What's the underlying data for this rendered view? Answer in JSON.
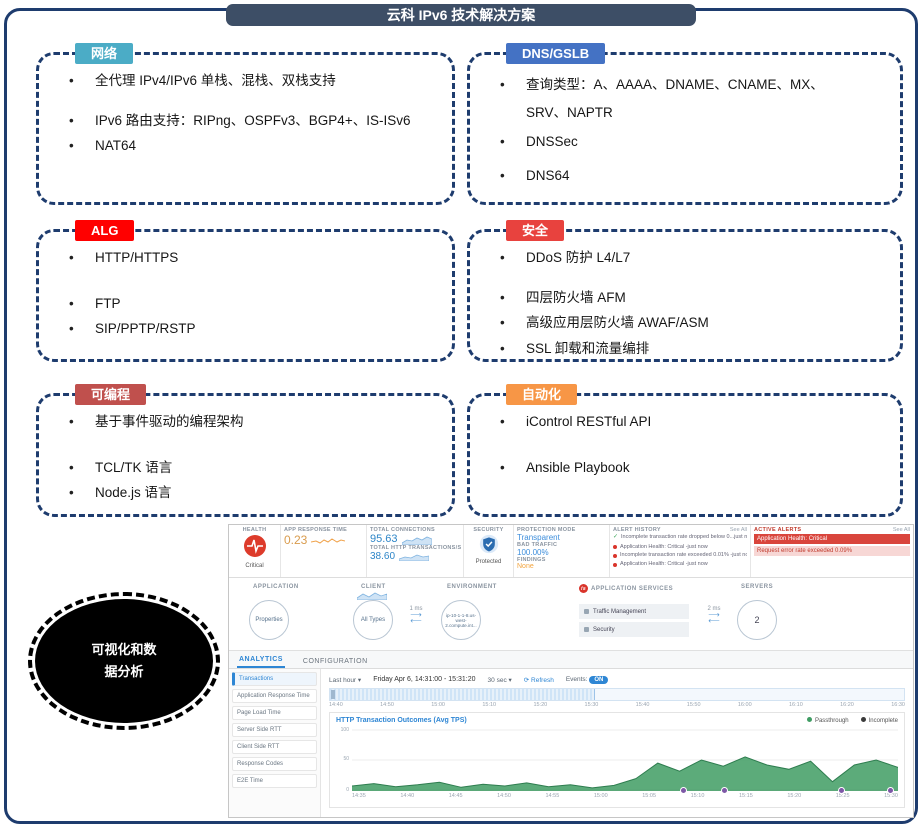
{
  "icons": {
    "bullet": "•",
    "chevron_down": "▾",
    "refresh": "⟳",
    "check": "✓",
    "legend_dot": "●",
    "f5": "f5"
  },
  "slide": {
    "title": "云科 IPv6 技术解决方案",
    "ellipse_label": "可视化和数据分析",
    "boxes": [
      {
        "label": "网络",
        "color": "#4BACC6",
        "bullets": [
          "全代理 IPv4/IPv6 单栈、混栈、双栈支持",
          "IPv6 路由支持：RIPng、OSPFv3、BGP4+、IS-ISv6",
          "NAT64"
        ]
      },
      {
        "label": "DNS/GSLB",
        "color": "#4472C4",
        "bullets": [
          "查询类型：A、AAAA、DNAME、CNAME、MX、SRV、NAPTR",
          "DNSSec",
          "DNS64"
        ]
      },
      {
        "label": "ALG",
        "color": "#FF0000",
        "bullets": [
          "HTTP/HTTPS",
          "FTP",
          "SIP/PPTP/RSTP"
        ]
      },
      {
        "label": "安全",
        "color": "#E8423E",
        "bullets": [
          "DDoS 防护 L4/L7",
          "四层防火墙 AFM",
          "高级应用层防火墙 AWAF/ASM",
          "SSL 卸载和流量编排"
        ]
      },
      {
        "label": "可编程",
        "color": "#C0504D",
        "bullets": [
          "基于事件驱动的编程架构",
          "TCL/TK 语言",
          "Node.js 语言"
        ]
      },
      {
        "label": "自动化",
        "color": "#F79646",
        "bullets": [
          "iControl RESTful API",
          "Ansible Playbook"
        ]
      }
    ]
  },
  "dashboard": {
    "health": {
      "label": "HEALTH",
      "status": "Critical"
    },
    "metrics": {
      "app_response_time": {
        "label": "APP RESPONSE TIME",
        "value": "0.23"
      },
      "total_connections": {
        "label": "TOTAL CONNECTIONS",
        "value": "95.63"
      },
      "total_http_transactions": {
        "label": "TOTAL HTTP TRANSACTIONS/S",
        "value": "38.60"
      }
    },
    "security": {
      "label": "SECURITY",
      "status": "Protected"
    },
    "protection": {
      "mode_label": "PROTECTION MODE",
      "mode": "Transparent",
      "bad_traffic_label": "BAD TRAFFIC",
      "bad_traffic": "100.00%",
      "findings_label": "FINDINGS",
      "findings": "None"
    },
    "alert_history": {
      "label": "ALERT HISTORY",
      "see_all": "See All",
      "items": [
        "Incomplete transaction rate dropped below 0...just now",
        "Application Health: Critical -just now",
        "Incomplete transaction rate exceeded 0.01% -just now",
        "Application Health: Critical -just now"
      ]
    },
    "active_alerts": {
      "label": "ACTIVE ALERTS",
      "see_all": "See All",
      "items": [
        "Application Health: Critical",
        "Request error rate exceeded 0.09%"
      ]
    },
    "topology": {
      "application": {
        "label": "APPLICATION",
        "node": "Properties"
      },
      "client": {
        "label": "CLIENT",
        "node": "All Types",
        "latency": "1 ms"
      },
      "environment": {
        "label": "ENVIRONMENT",
        "node": "ip-10-1-1-8.us-west-2.compute.int..."
      },
      "services": {
        "label": "APPLICATION SERVICES",
        "items": [
          "Traffic Management",
          "Security"
        ]
      },
      "servers": {
        "label": "SERVERS",
        "node": "2",
        "latency": "2 ms"
      }
    },
    "tabs": [
      "ANALYTICS",
      "CONFIGURATION"
    ],
    "sidebar": [
      "Transactions",
      "Application Response Time",
      "Page Load Time",
      "Server Side RTT",
      "Client Side RTT",
      "Response Codes",
      "E2E Time"
    ],
    "controls": {
      "range": "Last hour",
      "date": "Friday Apr 6, 14:31:00 - 15:31:20",
      "interval": "30 sec",
      "refresh": "Refresh",
      "events_label": "Events:",
      "events_state": "ON"
    },
    "timeline_ticks": [
      "14:40",
      "14:50",
      "15:00",
      "15:10",
      "15:20",
      "15:30",
      "15:40",
      "15:50",
      "16:00",
      "16:10",
      "16:20",
      "16:30"
    ]
  },
  "chart_data": {
    "type": "area",
    "title": "HTTP Transaction Outcomes (Avg TPS)",
    "legend": [
      "Passthrough",
      "Incomplete"
    ],
    "colors": [
      "#3F9C63",
      "#3A3A3A"
    ],
    "x": [
      "14:35",
      "14:40",
      "14:45",
      "14:50",
      "14:55",
      "15:00",
      "15:05",
      "15:10",
      "15:15",
      "15:20",
      "15:25",
      "15:30"
    ],
    "x_range": [
      "14:33",
      "15:31"
    ],
    "series": [
      {
        "name": "Passthrough",
        "values": [
          8,
          12,
          7,
          10,
          14,
          6,
          11,
          8,
          13,
          7,
          10,
          5,
          9,
          20,
          45,
          32,
          50,
          40,
          55,
          42,
          35,
          48,
          15,
          42,
          50,
          38
        ]
      }
    ],
    "ylim": [
      0,
      100
    ],
    "yticks": [
      "0",
      "50",
      "100"
    ],
    "event_marker_times": [
      "15:09",
      "15:14",
      "15:26",
      "15:31"
    ]
  }
}
